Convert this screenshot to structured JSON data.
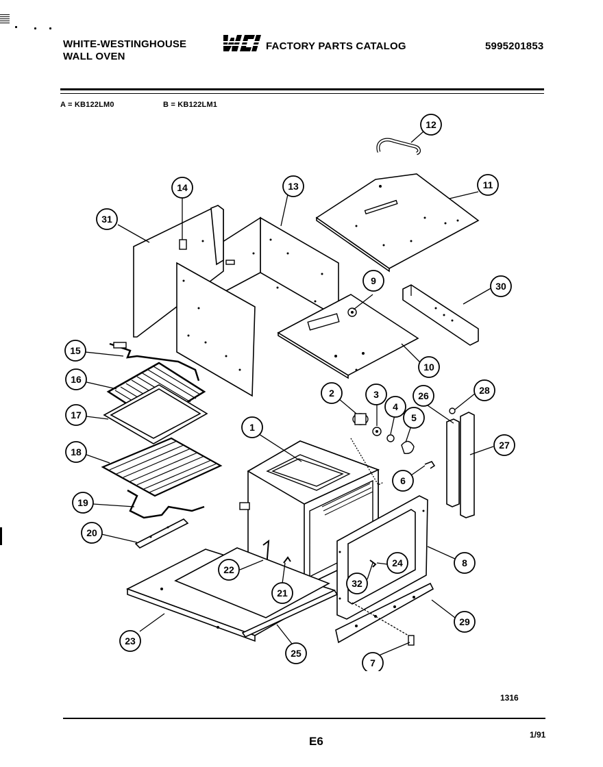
{
  "header": {
    "brand_line1": "WHITE-WESTINGHOUSE",
    "brand_line2": "WALL OVEN",
    "logo_text": "WCI",
    "catalog_title": "FACTORY PARTS CATALOG",
    "catalog_number": "5995201853"
  },
  "models": {
    "a": "A = KB122LM0",
    "b": "B = KB122LM1"
  },
  "callouts": [
    "1",
    "2",
    "3",
    "4",
    "5",
    "6",
    "7",
    "8",
    "9",
    "10",
    "11",
    "12",
    "13",
    "14",
    "15",
    "16",
    "17",
    "18",
    "19",
    "20",
    "21",
    "22",
    "23",
    "24",
    "25",
    "26",
    "27",
    "28",
    "29",
    "30",
    "31",
    "32"
  ],
  "footer": {
    "drawing_number": "1316",
    "page": "E6",
    "date": "1/91"
  }
}
